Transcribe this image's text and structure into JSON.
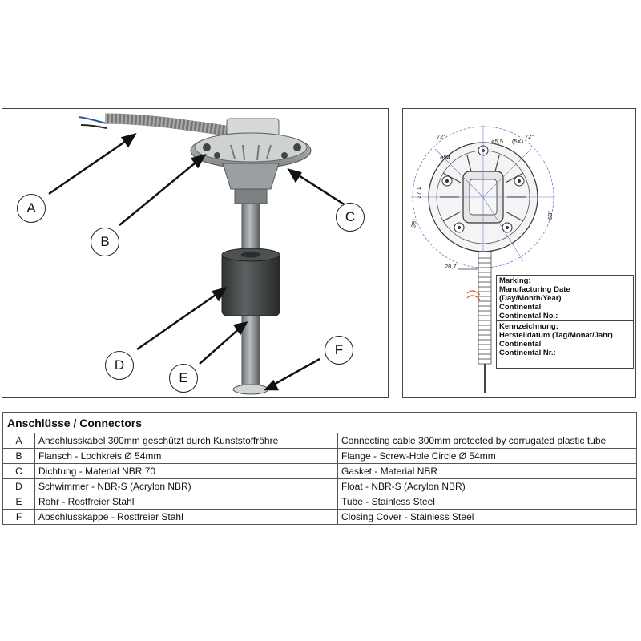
{
  "callouts": [
    "A",
    "B",
    "C",
    "D",
    "E",
    "F"
  ],
  "dimensions": {
    "angle_top_left": "72°",
    "angle_top_right": "72°",
    "hole": "ø5,5",
    "hole_count": "(5X)",
    "diameter": "ø54",
    "dim_37": "37,1",
    "dim_38": "38°",
    "dim_68": "68°",
    "dim_28": "28,7"
  },
  "marking": {
    "en": [
      "Marking:",
      "Manufacturing Date (Day/Month/Year)",
      "Continental",
      "Continental No.:"
    ],
    "de": [
      "Kennzeichnung:",
      "Herstelldatum (Tag/Monat/Jahr)",
      "Continental",
      "Continental Nr.:"
    ]
  },
  "table": {
    "title": "Anschlüsse / Connectors",
    "rows": [
      {
        "id": "A",
        "de": "Anschlusskabel 300mm geschützt durch Kunststoffröhre",
        "en": "Connecting cable 300mm protected by corrugated plastic tube"
      },
      {
        "id": "B",
        "de": "Flansch - Lochkreis Ø 54mm",
        "en": "Flange - Screw-Hole Circle Ø 54mm"
      },
      {
        "id": "C",
        "de": "Dichtung - Material NBR 70",
        "en": "Gasket - Material NBR"
      },
      {
        "id": "D",
        "de": "Schwimmer - NBR-S (Acrylon NBR)",
        "en": "Float - NBR-S (Acrylon NBR)"
      },
      {
        "id": "E",
        "de": "Rohr - Rostfreier Stahl",
        "en": "Tube - Stainless Steel"
      },
      {
        "id": "F",
        "de": "Abschlusskappe - Rostfreier Stahl",
        "en": "Closing Cover - Stainless Steel"
      }
    ]
  }
}
